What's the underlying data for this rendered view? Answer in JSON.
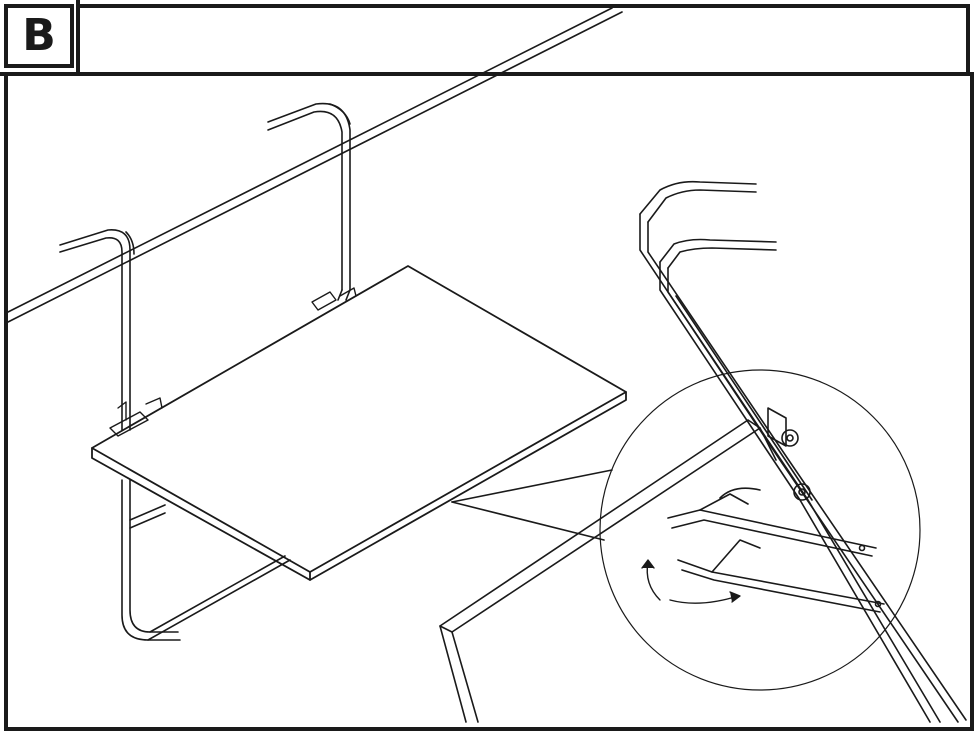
{
  "step": {
    "label": "B"
  },
  "colors": {
    "line": "#1a1a1a",
    "background": "#ffffff"
  },
  "illustration": {
    "subject": "balcony-railing-table",
    "detail_view": "folding-bracket-hinge",
    "motion_indicators": [
      "rotate-arrow-up",
      "rotate-arrow-right"
    ]
  }
}
